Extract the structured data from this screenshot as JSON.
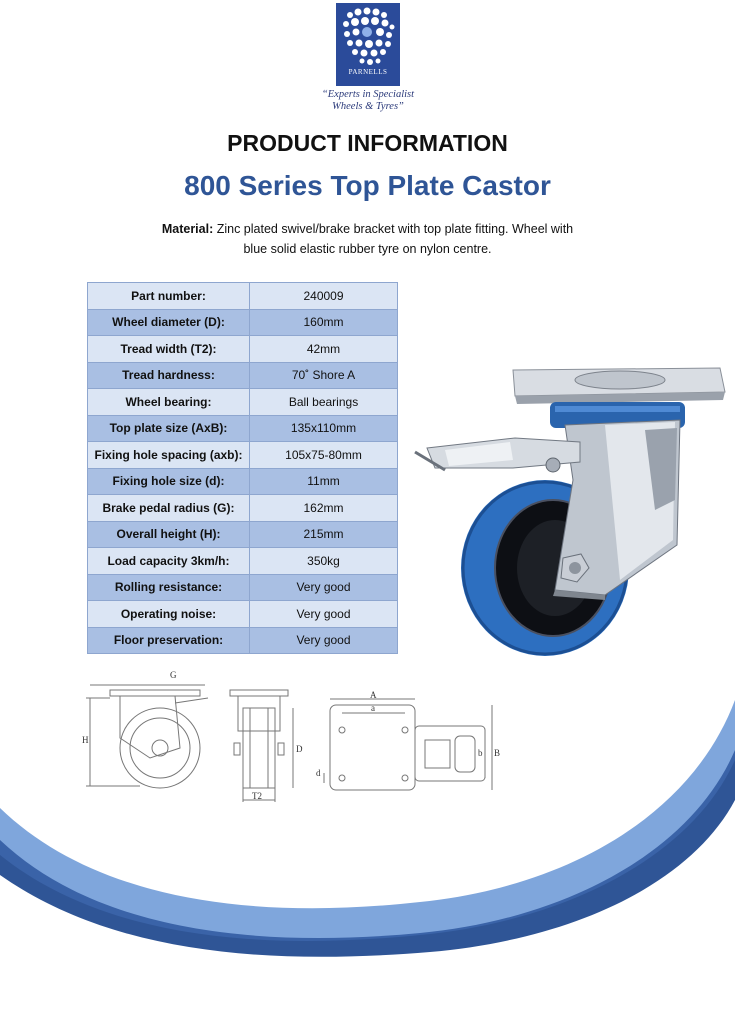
{
  "logo": {
    "name": "PARNELLS",
    "tagline_line1": "“Experts in Specialist",
    "tagline_line2": "Wheels & Tyres”"
  },
  "header": {
    "title": "PRODUCT INFORMATION",
    "subtitle": "800 Series Top Plate Castor"
  },
  "material": {
    "label": "Material:",
    "text": " Zinc plated swivel/brake bracket with top plate fitting. Wheel with blue solid elastic rubber tyre on nylon centre."
  },
  "specs": [
    {
      "label": "Part number:",
      "value": "240009"
    },
    {
      "label": "Wheel diameter (D):",
      "value": "160mm"
    },
    {
      "label": "Tread width (T2):",
      "value": "42mm"
    },
    {
      "label": "Tread hardness:",
      "value": "70˚ Shore A"
    },
    {
      "label": "Wheel bearing:",
      "value": "Ball bearings"
    },
    {
      "label": "Top plate size (AxB):",
      "value": "135x110mm"
    },
    {
      "label": "Fixing hole spacing (axb):",
      "value": "105x75-80mm"
    },
    {
      "label": "Fixing hole size (d):",
      "value": "11mm"
    },
    {
      "label": "Brake pedal radius (G):",
      "value": "162mm"
    },
    {
      "label": "Overall height (H):",
      "value": "215mm"
    },
    {
      "label": "Load capacity 3km/h:",
      "value": "350kg"
    },
    {
      "label": "Rolling resistance:",
      "value": "Very good"
    },
    {
      "label": "Operating noise:",
      "value": "Very good"
    },
    {
      "label": "Floor preservation:",
      "value": "Very good"
    }
  ],
  "drawing_labels": {
    "G": "G",
    "H": "H",
    "D": "D",
    "T2": "T2",
    "A": "A",
    "a": "a",
    "b": "b",
    "B": "B",
    "d": "d"
  },
  "colors": {
    "accent_blue": "#2f5596",
    "row_light": "#dbe5f4",
    "row_dark": "#a9bfe3",
    "wheel_blue": "#2d6fc0"
  }
}
